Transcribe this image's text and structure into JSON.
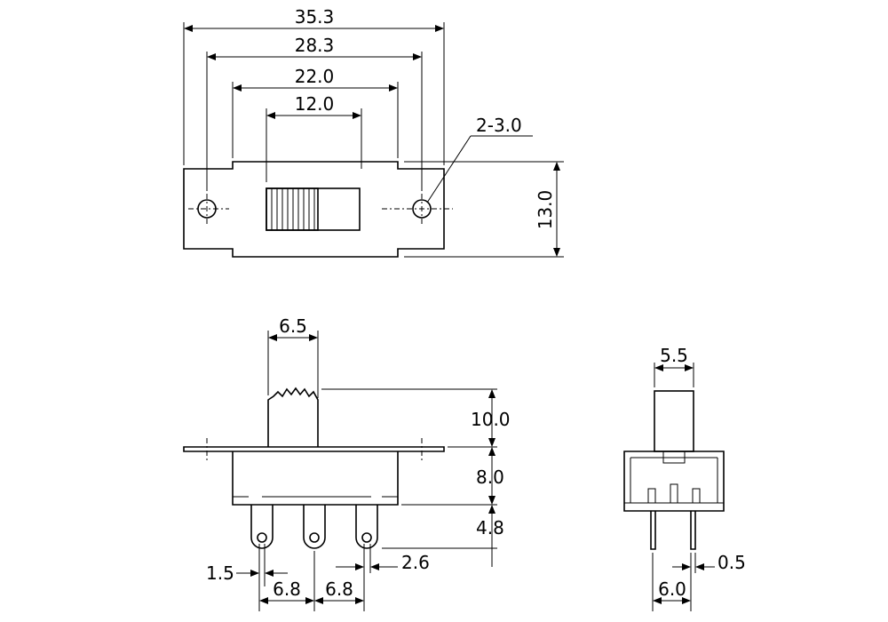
{
  "top_view": {
    "overall_length": "35.3",
    "mounting_hole_spacing": "28.3",
    "body_length": "22.0",
    "slider_travel": "12.0",
    "hole_spec": "2-3.0",
    "height": "13.0"
  },
  "front_view": {
    "actuator_width": "6.5",
    "actuator_height": "10.0",
    "body_height": "8.0",
    "terminal_length": "4.8",
    "terminal_width": "1.5",
    "terminal_slot": "2.6",
    "pitch_left": "6.8",
    "pitch_right": "6.8"
  },
  "side_view": {
    "actuator_width": "5.5",
    "terminal_thickness": "0.5",
    "terminal_spacing": "6.0"
  }
}
